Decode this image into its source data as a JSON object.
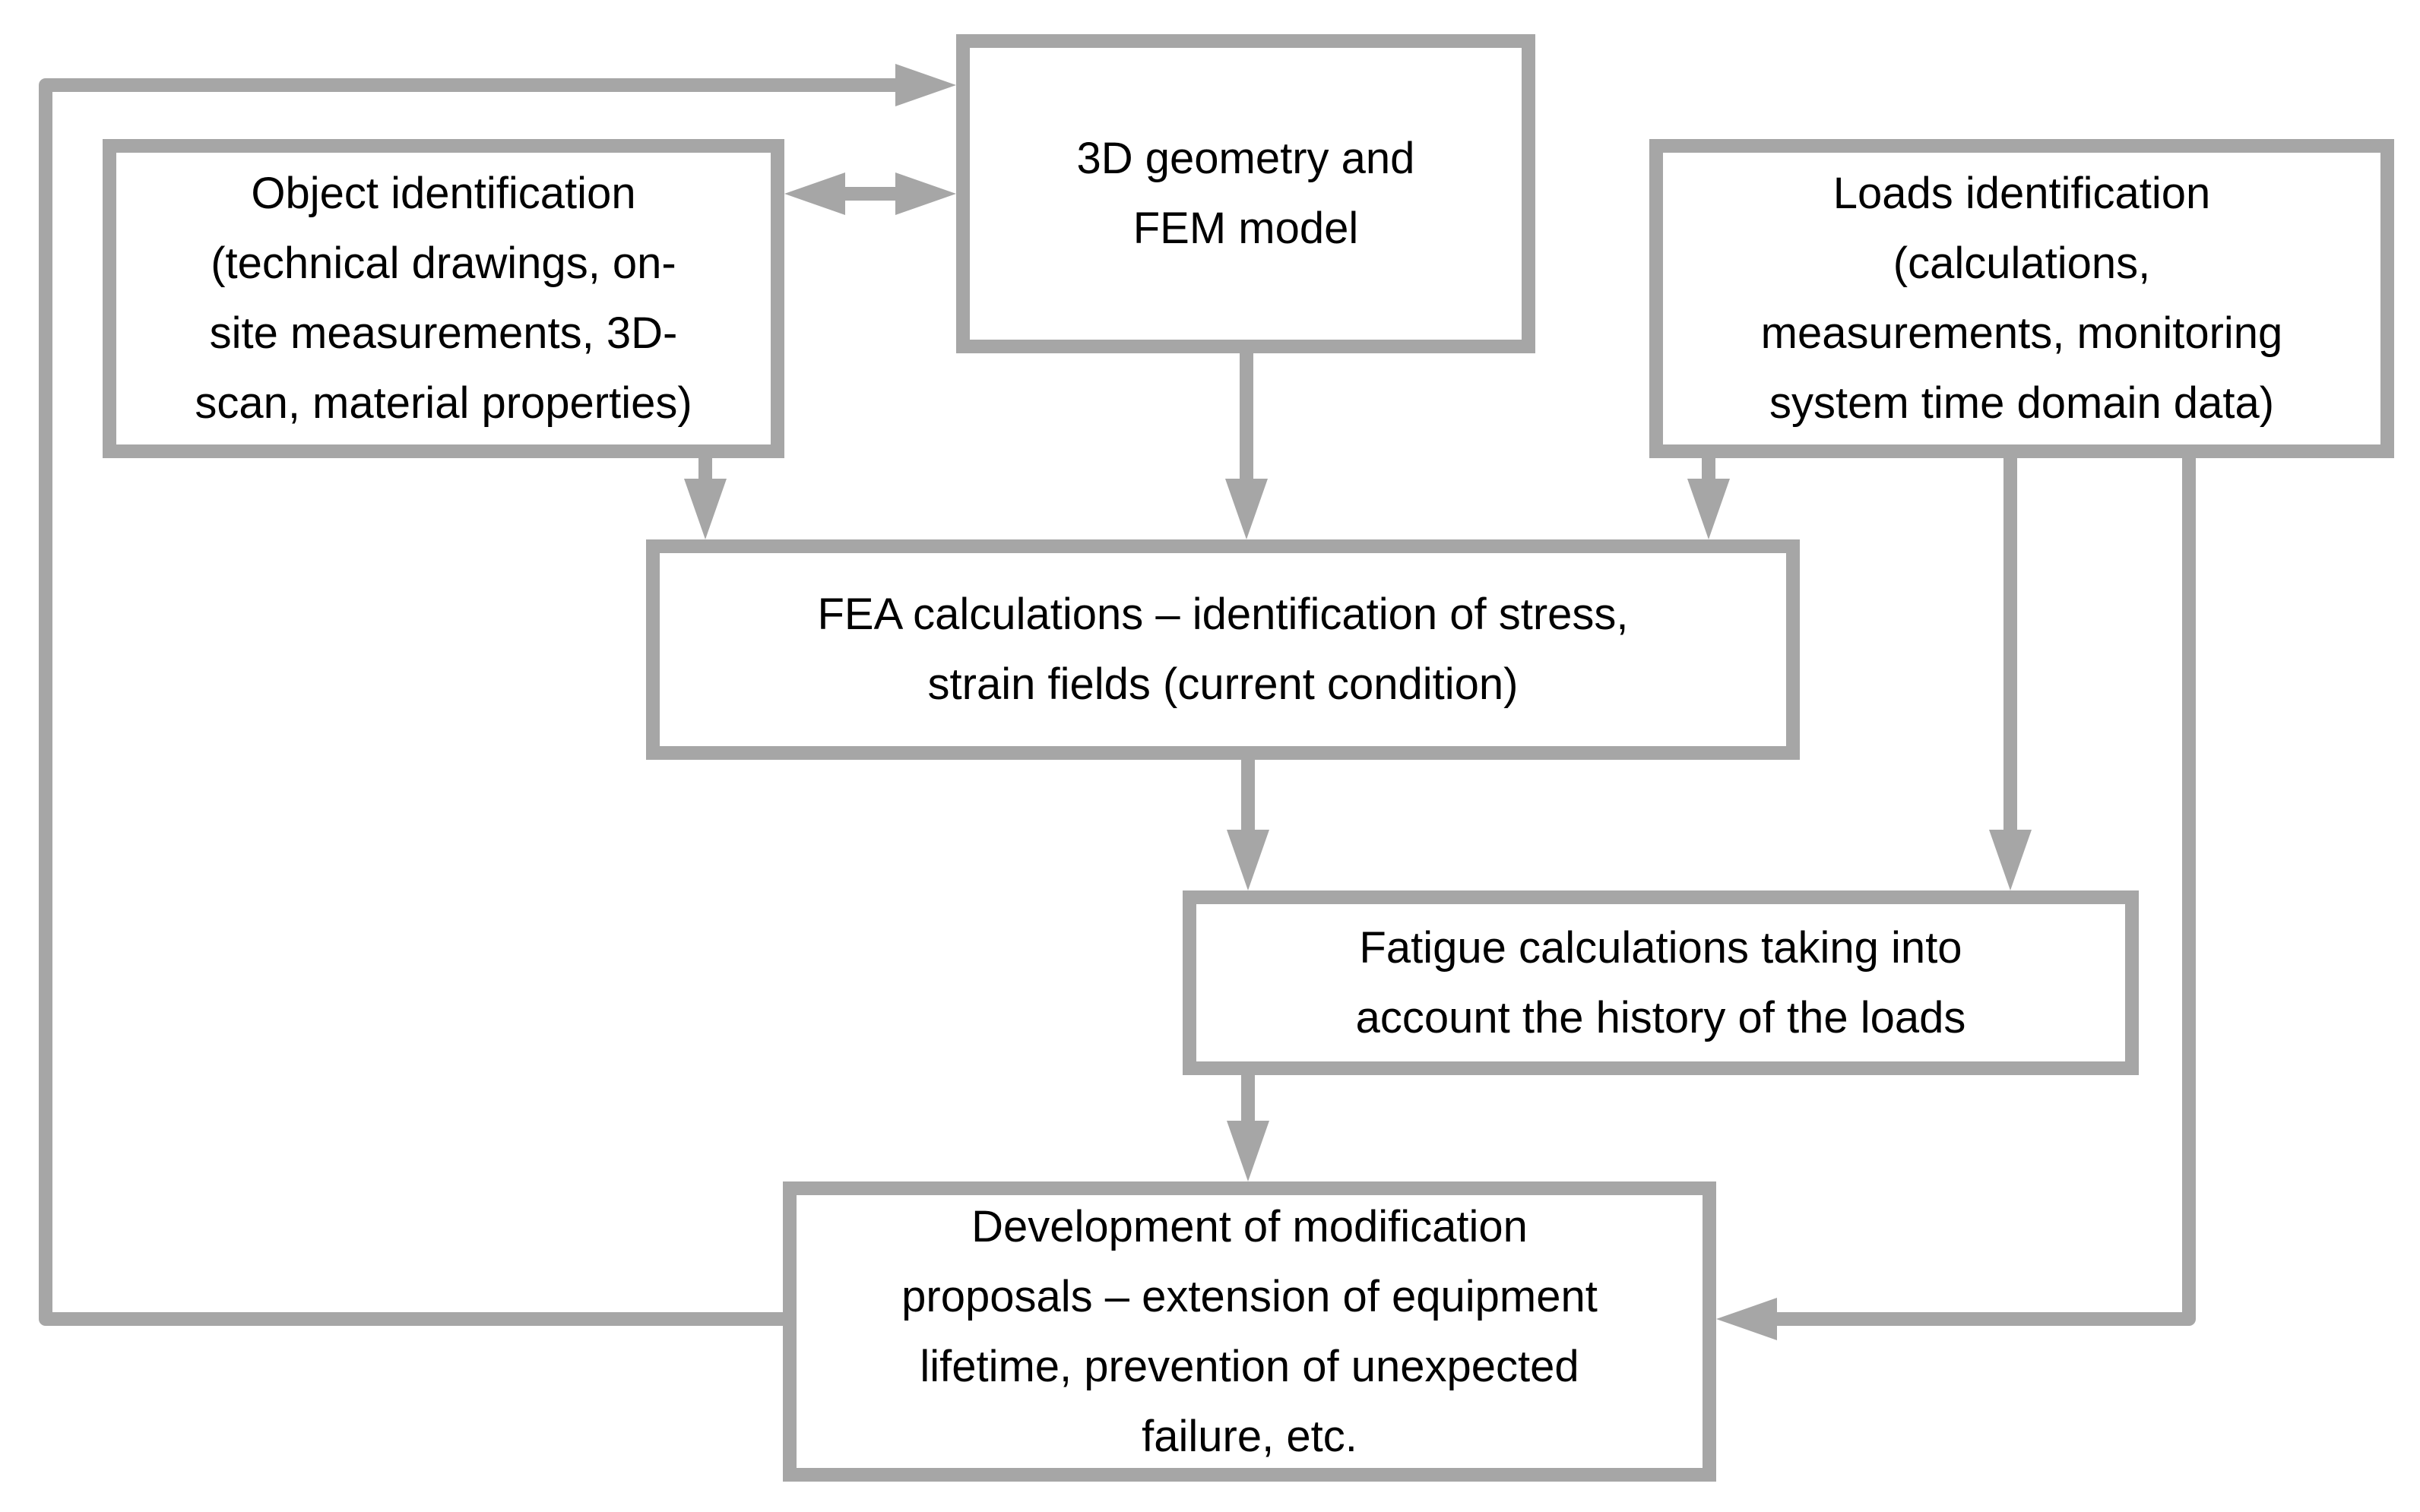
{
  "diagram": {
    "background": "#ffffff",
    "line_color": "#a6a6a6",
    "box_border_color": "#a6a6a6",
    "box_fill": "#ffffff",
    "text_color": "#000000",
    "nodes": {
      "geometry": {
        "label": "3D geometry and FEM model",
        "lines": [
          "3D geometry and",
          "FEM model"
        ]
      },
      "object": {
        "label": "Object identification (technical drawings, on-site measurements, 3D-scan, material properties)",
        "lines": [
          "Object identification",
          "(technical drawings, on-",
          "site measurements, 3D-",
          "scan, material properties)"
        ]
      },
      "loads": {
        "label": "Loads identification (calculations, measurements, monitoring system time domain data)",
        "lines": [
          "Loads identification",
          "(calculations,",
          "measurements, monitoring",
          "system time domain data)"
        ]
      },
      "fea": {
        "label": "FEA calculations – identification of stress, strain fields (current condition)",
        "lines": [
          "FEA calculations – identification of stress,",
          "strain fields (current condition)"
        ]
      },
      "fatigue": {
        "label": "Fatigue calculations taking into account the history of the loads",
        "lines": [
          "Fatigue calculations taking into",
          "account the history of the loads"
        ]
      },
      "development": {
        "label": "Development of modification proposals – extension of equipment lifetime, prevention of unexpected failure, etc.",
        "lines": [
          "Development of modification",
          "proposals – extension of equipment",
          "lifetime, prevention of unexpected",
          "failure, etc."
        ]
      }
    },
    "edges": [
      {
        "from": "object",
        "to": "geometry",
        "type": "double-arrow"
      },
      {
        "from": "development",
        "to": "geometry",
        "type": "arrow",
        "route": "left-side-feedback-loop"
      },
      {
        "from": "object",
        "to": "fea",
        "type": "arrow"
      },
      {
        "from": "geometry",
        "to": "fea",
        "type": "arrow"
      },
      {
        "from": "loads",
        "to": "fea",
        "type": "arrow"
      },
      {
        "from": "fea",
        "to": "fatigue",
        "type": "arrow"
      },
      {
        "from": "loads",
        "to": "fatigue",
        "type": "arrow"
      },
      {
        "from": "fatigue",
        "to": "development",
        "type": "arrow"
      },
      {
        "from": "loads",
        "to": "development",
        "type": "arrow",
        "route": "right-side-down-then-left"
      }
    ]
  }
}
